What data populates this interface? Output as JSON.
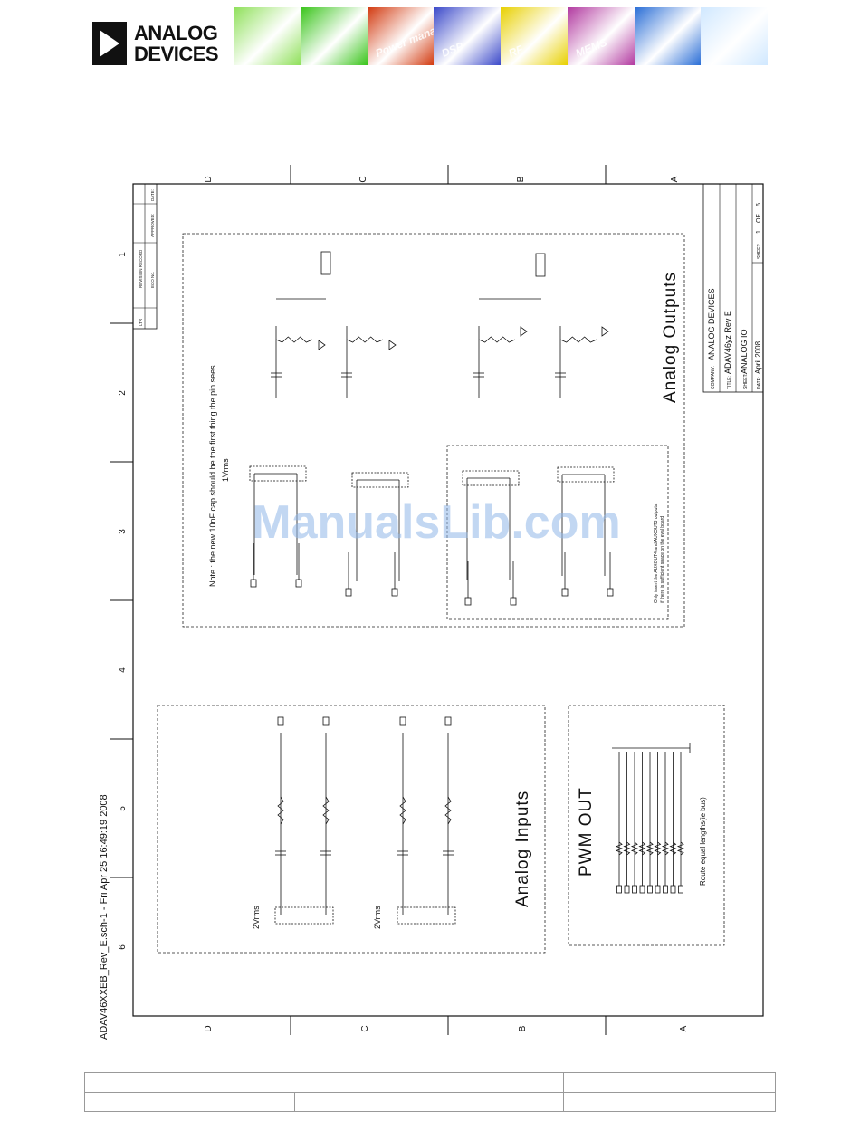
{
  "brand": {
    "line1": "ANALOG",
    "line2": "DEVICES"
  },
  "banner": {
    "tiles": [
      {
        "label": "",
        "color": "#8fe05a"
      },
      {
        "label": "",
        "color": "#39c41a"
      },
      {
        "label": "Power management",
        "color": "#d23a10"
      },
      {
        "label": "DSP",
        "color": "#3b49c9"
      },
      {
        "label": "RF",
        "color": "#e8d000"
      },
      {
        "label": "MEMS",
        "color": "#b23aa0"
      },
      {
        "label": "",
        "color": "#2a6ed6"
      },
      {
        "label": "",
        "color": "#d0e8ff"
      }
    ]
  },
  "schematic": {
    "side_label": "ADAV46XXEB_Rev_E.sch-1 - Fri Apr 25 16:49:19 2008",
    "zone_letters": [
      "D",
      "C",
      "B",
      "A"
    ],
    "zone_numbers": [
      "1",
      "2",
      "3",
      "4",
      "5",
      "6"
    ],
    "revision_block": [
      "LTR",
      "ECO No.",
      "APPROVED:",
      "DATE:",
      "REVISION RECORD"
    ],
    "title_block": {
      "company_label": "COMPANY:",
      "company": "ANALOG DEVICES",
      "title_label": "TITLE:",
      "title": "ADAV46yz Rev E",
      "sheet_name_label": "SHEET:",
      "sheet_name": "ANALOG IO",
      "date_label": "DATE:",
      "date": "April 2008",
      "sheet_label": "SHEET:",
      "sheet": "1",
      "of_label": "OF",
      "total": "6"
    },
    "outputs_title": "Analog Outputs",
    "inputs_title": "Analog Inputs",
    "pwm_title": "PWM OUT",
    "note": "Note : the new 10nF cap should be the first thing the pin sees",
    "vrms_out": "1Vrms",
    "vrms_in_1": "2Vrms",
    "vrms_in_2": "2Vrms",
    "optional_note_1": "Only insert the AUXOUT4 and AUXOUT3 outputs",
    "optional_note_2": "if there is sufficient space on the eval board",
    "route_note": "Route equal lengths(ie bus)",
    "watermark": "ManualsLib.com"
  },
  "footer": {
    "cells": [
      "",
      "",
      "",
      "",
      ""
    ]
  }
}
